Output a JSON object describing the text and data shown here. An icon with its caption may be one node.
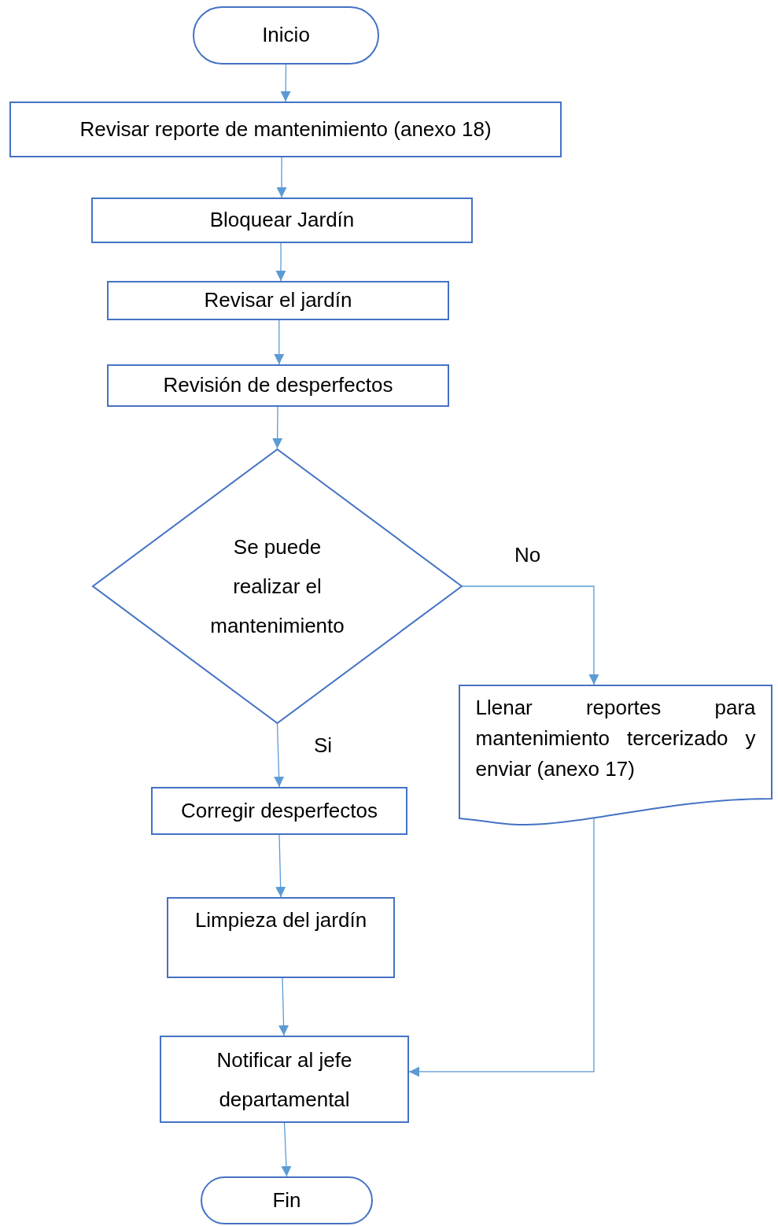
{
  "diagram": {
    "nodes": [
      {
        "text": [
          "Inicio"
        ]
      },
      {
        "text": [
          "Revisar reporte de mantenimiento (anexo 18)"
        ]
      },
      {
        "text": [
          "Bloquear Jardín"
        ]
      },
      {
        "text": [
          "Revisar el jardín"
        ]
      },
      {
        "text": [
          "Revisión de desperfectos"
        ]
      },
      {
        "text": [
          "Se puede realizar el mantenimiento"
        ]
      },
      {
        "text": [
          "Llenar reportes para mantenimiento tercerizado y enviar (anexo 17)"
        ]
      },
      {
        "text": [
          "Corregir desperfectos"
        ]
      },
      {
        "text": [
          "Limpieza del jardín"
        ]
      },
      {
        "text": [
          "Notificar al jefe departamental"
        ]
      },
      {
        "text": [
          "Fin"
        ]
      }
    ],
    "edges": [
      {
        "from": 0,
        "to": 1,
        "arrow": "to"
      },
      {
        "from": 1,
        "to": 2,
        "arrow": "to"
      },
      {
        "from": 2,
        "to": 3,
        "arrow": "to"
      },
      {
        "from": 3,
        "to": 4,
        "arrow": "to"
      },
      {
        "from": 4,
        "to": 5,
        "arrow": "to"
      },
      {
        "from": 5,
        "to": 6,
        "arrow": "to",
        "label": "No"
      },
      {
        "from": 5,
        "to": 7,
        "arrow": "to",
        "label": "Si"
      },
      {
        "from": 7,
        "to": 8,
        "arrow": "to"
      },
      {
        "from": 8,
        "to": 9,
        "arrow": "to"
      },
      {
        "from": 6,
        "to": 9,
        "arrow": "to"
      },
      {
        "from": 9,
        "to": 10,
        "arrow": "to"
      }
    ]
  }
}
